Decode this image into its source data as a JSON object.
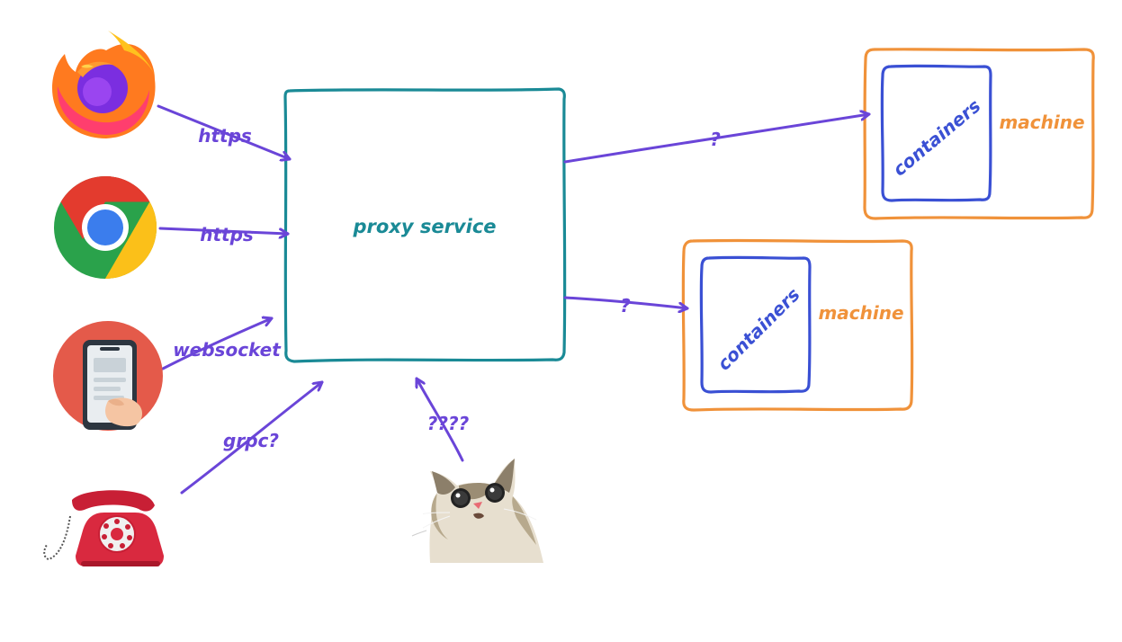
{
  "colors": {
    "purple": "#6a45d8",
    "teal": "#1a8a96",
    "orange": "#f0923a",
    "blue": "#3a50d4"
  },
  "clients": {
    "firefox": {
      "icon": "firefox-icon",
      "edge_label": "https"
    },
    "chrome": {
      "icon": "chrome-icon",
      "edge_label": "https"
    },
    "mobile": {
      "icon": "mobile-phone-icon",
      "edge_label": "websocket"
    },
    "telephone": {
      "icon": "telephone-icon",
      "edge_label": "grpc?"
    },
    "cat": {
      "icon": "shocked-cat-icon",
      "edge_label": "????"
    }
  },
  "proxy": {
    "label": "proxy service"
  },
  "machines": [
    {
      "label": "machine",
      "inner_label": "containers",
      "edge_label": "?"
    },
    {
      "label": "machine",
      "inner_label": "containers",
      "edge_label": "?"
    }
  ]
}
